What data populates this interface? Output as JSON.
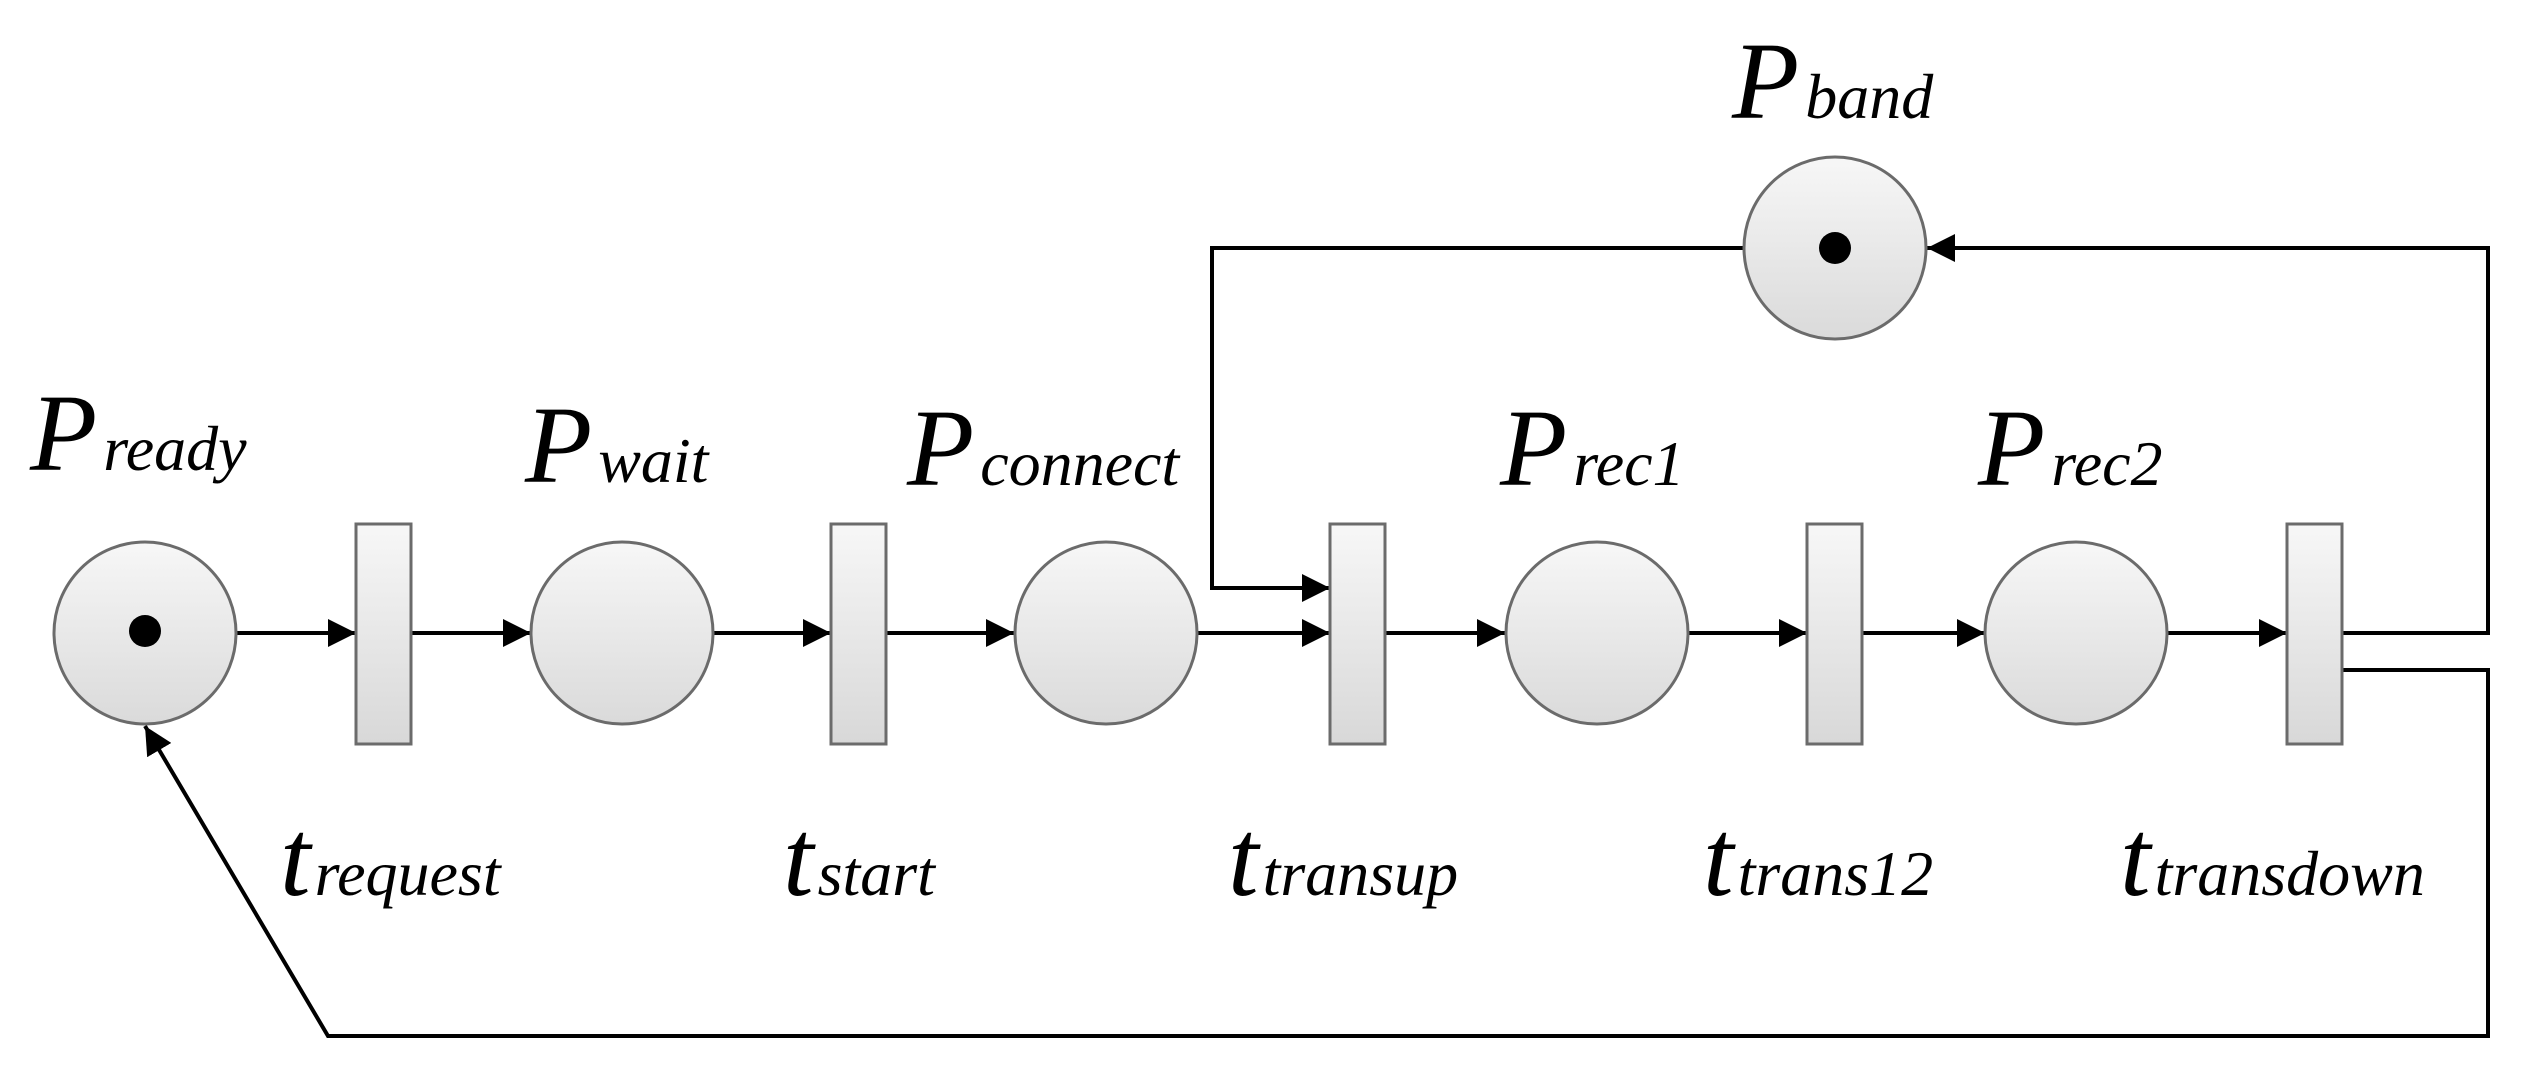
{
  "places": [
    {
      "id": "ready",
      "main": "P",
      "sub": "ready",
      "tokens": 1
    },
    {
      "id": "wait",
      "main": "P",
      "sub": "wait",
      "tokens": 0
    },
    {
      "id": "connect",
      "main": "P",
      "sub": "connect",
      "tokens": 0
    },
    {
      "id": "rec1",
      "main": "P",
      "sub": "rec1",
      "tokens": 0
    },
    {
      "id": "rec2",
      "main": "P",
      "sub": "rec2",
      "tokens": 0
    },
    {
      "id": "band",
      "main": "P",
      "sub": "band",
      "tokens": 1
    }
  ],
  "transitions": [
    {
      "id": "request",
      "main": "t",
      "sub": "request"
    },
    {
      "id": "start",
      "main": "t",
      "sub": "start"
    },
    {
      "id": "transup",
      "main": "t",
      "sub": "transup"
    },
    {
      "id": "trans12",
      "main": "t",
      "sub": "trans12"
    },
    {
      "id": "transdown",
      "main": "t",
      "sub": "transdown"
    }
  ],
  "colors": {
    "stroke": "#000000",
    "node_border": "#6b6b6b",
    "fill_light": "#f6f6f6",
    "fill_dark": "#dcdcdc"
  }
}
